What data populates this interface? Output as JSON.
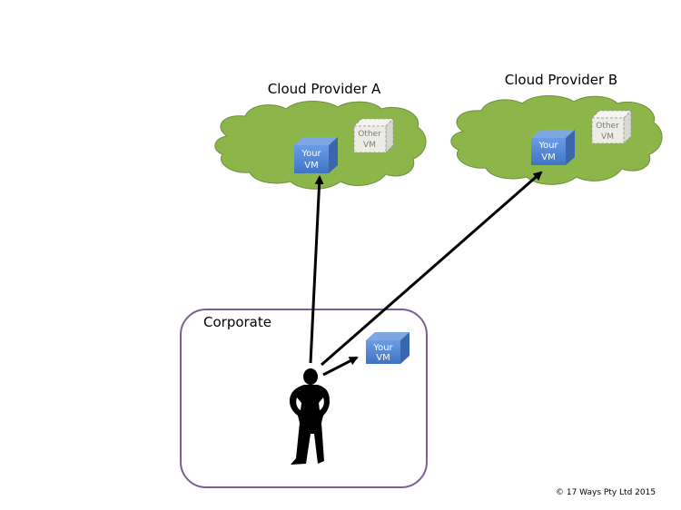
{
  "diagram": {
    "clouds": [
      {
        "id": "cloud-a",
        "label": "Cloud Provider A",
        "vms": [
          {
            "type": "yours",
            "line1": "Your",
            "line2": "VM"
          },
          {
            "type": "other",
            "line1": "Other",
            "line2": "VM"
          }
        ]
      },
      {
        "id": "cloud-b",
        "label": "Cloud Provider B",
        "vms": [
          {
            "type": "yours",
            "line1": "Your",
            "line2": "VM"
          },
          {
            "type": "other",
            "line1": "Other",
            "line2": "VM"
          }
        ]
      }
    ],
    "corporate": {
      "label": "Corporate",
      "vm": {
        "line1": "Your",
        "line2": "VM"
      }
    },
    "user": {
      "icon": "person-silhouette-icon"
    },
    "connections": [
      {
        "from": "user",
        "to": "cloud-a-your-vm"
      },
      {
        "from": "user",
        "to": "cloud-b-your-vm"
      },
      {
        "from": "user",
        "to": "corporate-your-vm"
      }
    ],
    "colors": {
      "cloud_fill": "#8cb54a",
      "cloud_stroke": "#6f8f3b",
      "vm_fill": "#4f86d6",
      "other_vm_fill": "#eeede5",
      "corporate_stroke": "#7a5f95"
    },
    "copyright": "© 17 Ways Pty Ltd 2015"
  }
}
